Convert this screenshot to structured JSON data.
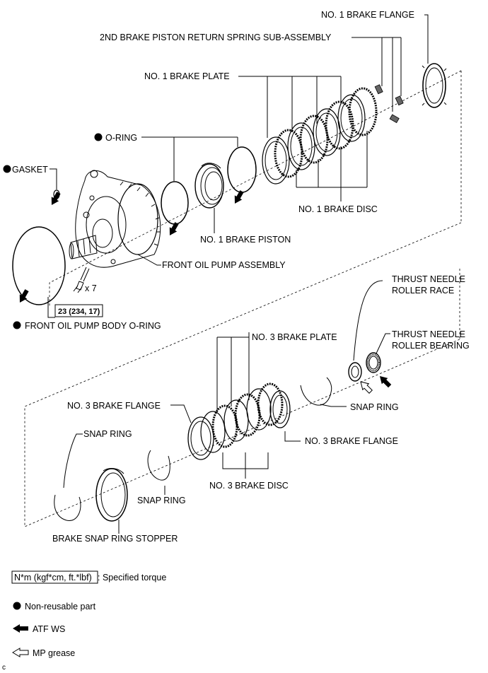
{
  "labels": {
    "no1_brake_flange": "NO. 1 BRAKE FLANGE",
    "piston_return_spring": "2ND BRAKE PISTON RETURN SPRING SUB-ASSEMBLY",
    "no1_brake_plate": "NO. 1 BRAKE PLATE",
    "o_ring": "O-RING",
    "gasket": "GASKET",
    "no1_brake_disc": "NO. 1 BRAKE DISC",
    "no1_brake_piston": "NO. 1 BRAKE PISTON",
    "front_oil_pump_assembly": "FRONT OIL PUMP ASSEMBLY",
    "bolt_qty": "x 7",
    "torque_spec": "23 (234, 17)",
    "front_oil_pump_body_o_ring": "FRONT OIL PUMP BODY O-RING",
    "thrust_needle_roller_race_1": "THRUST NEEDLE",
    "thrust_needle_roller_race_2": "ROLLER RACE",
    "thrust_needle_roller_bearing_1": "THRUST NEEDLE",
    "thrust_needle_roller_bearing_2": "ROLLER BEARING",
    "no3_brake_plate": "NO. 3 BRAKE PLATE",
    "snap_ring_right": "SNAP RING",
    "no3_brake_flange_left": "NO. 3 BRAKE FLANGE",
    "no3_brake_flange_right": "NO. 3 BRAKE FLANGE",
    "snap_ring_left": "SNAP RING",
    "no3_brake_disc": "NO. 3 BRAKE DISC",
    "snap_ring_middle": "SNAP RING",
    "brake_snap_ring_stopper": "BRAKE SNAP RING STOPPER"
  },
  "legend": {
    "torque_box": "N*m (kgf*cm, ft.*lbf)",
    "torque_text": ": Specified torque",
    "non_reusable": "Non-reusable part",
    "atf_ws": "ATF WS",
    "mp_grease": "MP grease"
  },
  "corner_code": "c"
}
